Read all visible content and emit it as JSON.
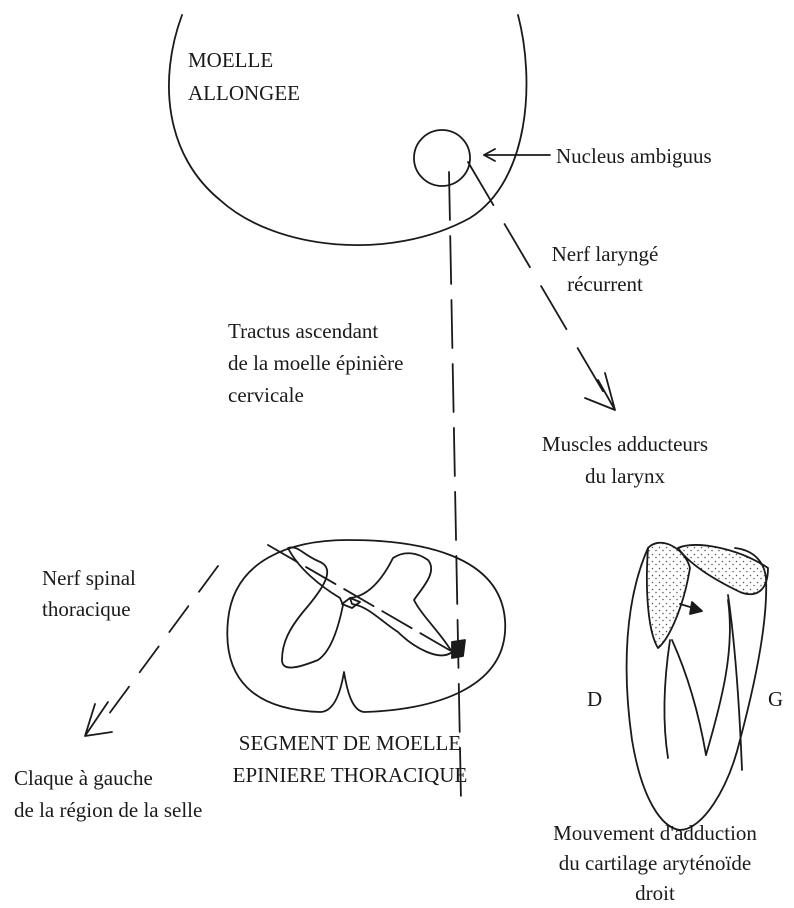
{
  "labels": {
    "medulla_line1": "MOELLE",
    "medulla_line2": "ALLONGEE",
    "nucleus": "Nucleus ambiguus",
    "recurrent_line1": "Nerf laryngé",
    "recurrent_line2": "récurrent",
    "tract_line1": "Tractus ascendant",
    "tract_line2": "de la moelle épinière",
    "tract_line3": "cervicale",
    "muscles_line1": "Muscles adducteurs",
    "muscles_line2": "du larynx",
    "spinal_line1": "Nerf spinal",
    "spinal_line2": "thoracique",
    "segment_line1": "SEGMENT DE MOELLE",
    "segment_line2": "EPINIERE THORACIQUE",
    "slap_line1": "Claque à gauche",
    "slap_line2": "de la région de la selle",
    "side_right": "D",
    "side_left": "G",
    "movement_line1": "Mouvement d'adduction",
    "movement_line2": "du cartilage aryténoïde",
    "movement_line3": "droit"
  },
  "colors": {
    "ink": "#1a1a1a",
    "background": "#ffffff"
  }
}
